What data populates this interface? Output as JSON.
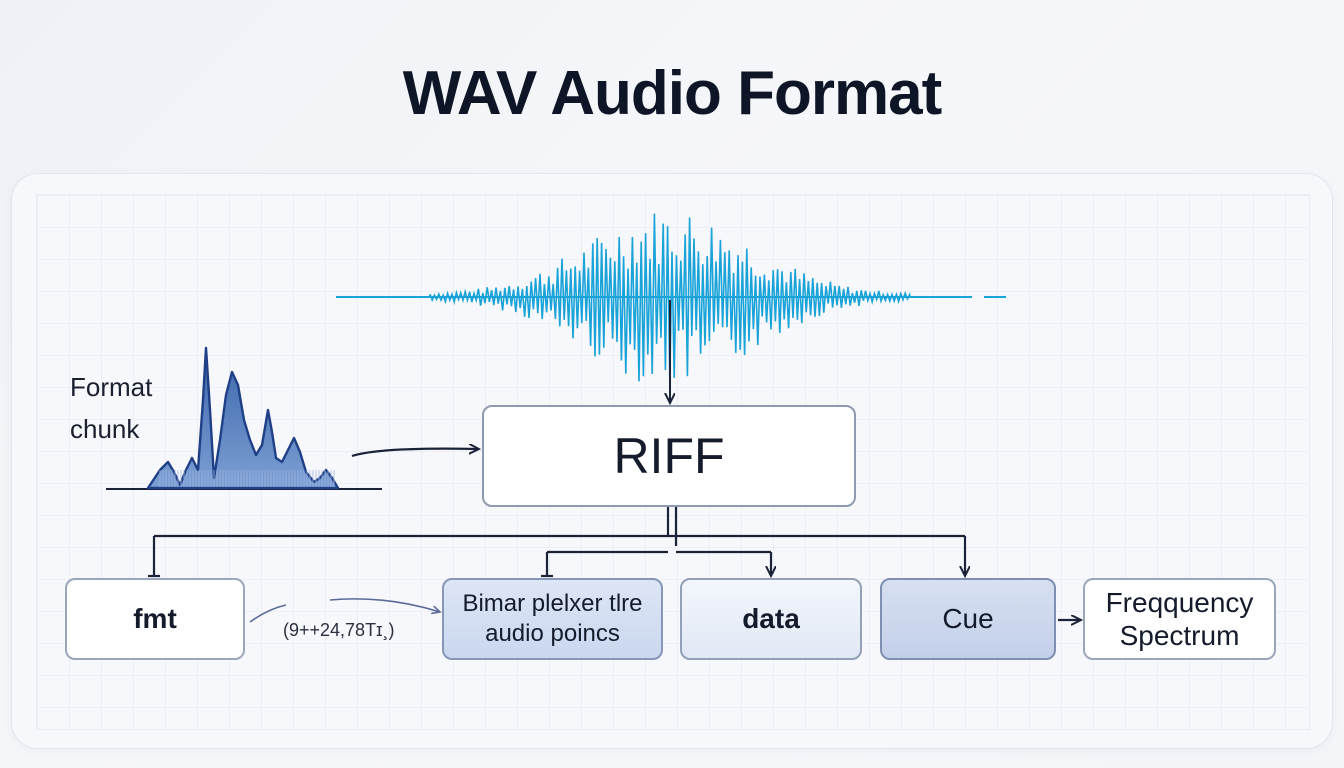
{
  "title": "WAV Audio Format",
  "format_chunk": {
    "line1": "Format",
    "line2": "chunk"
  },
  "nodes": {
    "riff": "RIFF",
    "fmt": "fmt",
    "binary": {
      "line1": "Bimar plelxer tlre",
      "line2": "audio poincs"
    },
    "data": "data",
    "cue": "Cue",
    "frequency": {
      "line1": "Freqquency",
      "line2": "Spectrum"
    }
  },
  "annotation": "(9++24,78Tɪ¸)",
  "colors": {
    "waveform": "#1aa3d9",
    "chunk_graph_fill": "#4d78b8",
    "chunk_graph_line": "#1f3f86",
    "connector": "#1b2338",
    "title": "#0d1526"
  },
  "icons": [
    "waveform-icon",
    "frequency-graph-icon"
  ]
}
